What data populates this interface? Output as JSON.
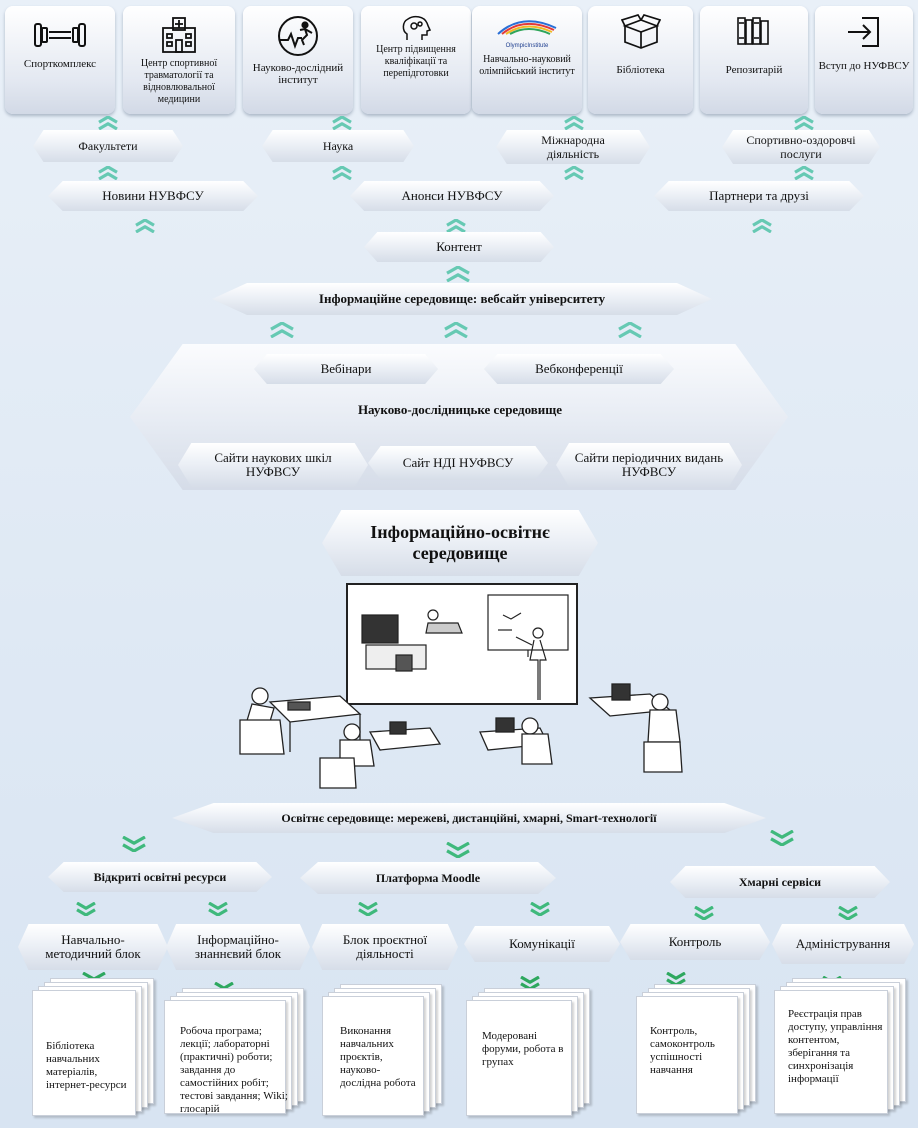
{
  "top_tiles": [
    {
      "label": "Спорткомплекс",
      "icon": "dumbbell-icon"
    },
    {
      "label": "Центр спортивної травматології та відновлювальної медицини",
      "icon": "hospital-icon"
    },
    {
      "label": "Науково-дослідний інститут",
      "icon": "runner-icon"
    },
    {
      "label": "Центр підвищення кваліфікації та перепідготовки",
      "icon": "head-gears-icon"
    },
    {
      "label": "Навчально-науковий олімпійський інститут",
      "icon": "olympic-logo",
      "logo_text": "OlympicInstitute"
    },
    {
      "label": "Бібліотека",
      "icon": "box-icon"
    },
    {
      "label": "Репозитарій",
      "icon": "books-icon"
    },
    {
      "label": "Вступ до НУФВСУ",
      "icon": "login-icon"
    }
  ],
  "row1": {
    "faculties": "Факультети",
    "science": "Наука",
    "international": "Міжнародна діяльність",
    "sport_services": "Спортивно-оздоровчі послуги"
  },
  "row2": {
    "news": "Новини НУВФСУ",
    "announcements": "Анонси НУВФСУ",
    "partners": "Партнери та друзі"
  },
  "content": "Контент",
  "website": "Інформаційне середовище: вебсайт університету",
  "research": {
    "title": "Науково-дослідницьке середовище",
    "webinars": "Вебінари",
    "webconferences": "Вебконференції",
    "school_sites": "Сайти наукових шкіл НУФВСУ",
    "nii_site": "Сайт НДІ НУФВСУ",
    "periodicals": "Сайти періодичних видань НУФВСУ"
  },
  "info_edu": "Інформаційно-освітнє середовище",
  "edu_env": "Освітнє середовище: мережеві, дистанційні, хмарні, Smart-технології",
  "branches": {
    "open": "Відкриті освітні ресурси",
    "moodle": "Платформа Moodle",
    "cloud": "Хмарні сервіси"
  },
  "blocks": [
    {
      "label": "Навчально-методичний блок",
      "doc": "Бібліотека навчальних матеріалів, інтернет-ресурси"
    },
    {
      "label": "Інформаційно-знаннєвий блок",
      "doc": "Робоча програма; лекції; лабораторні (практичні) роботи; завдання до самостійних робіт; тестові завдання; Wiki; глосарій"
    },
    {
      "label": "Блок проєктної діяльності",
      "doc": "Виконання навчальних проєктів, науково-дослідна робота"
    },
    {
      "label": "Комунікації",
      "doc": "Модеровані форуми, робота в групах"
    },
    {
      "label": "Контроль",
      "doc": "Контроль, самоконтроль успішності навчання"
    },
    {
      "label": "Адміністрування",
      "doc": "Реєстрація прав доступу, управління контентом, зберігання та синхронізація інформації"
    }
  ],
  "colors": {
    "arrow_up": "#66c9b3",
    "arrow_down": "#3fb97c",
    "arrow_down_active": "#2ea85f",
    "text": "#111111"
  }
}
